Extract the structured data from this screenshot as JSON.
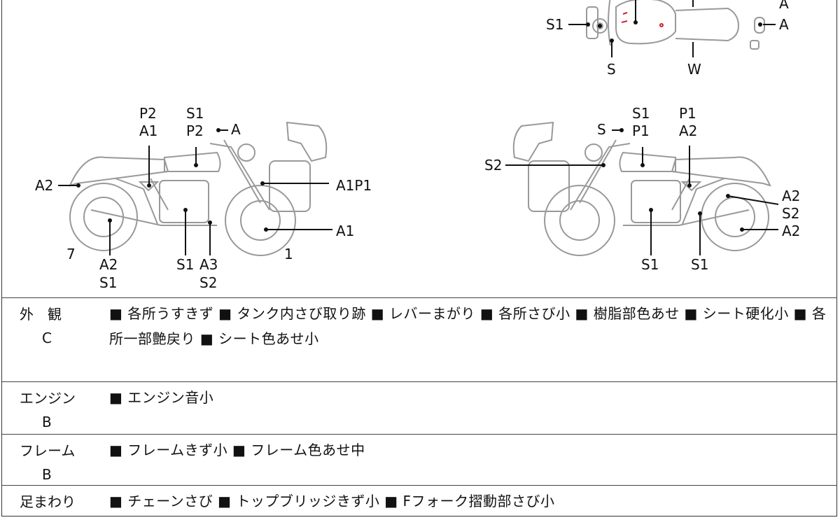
{
  "diagram": {
    "top_view_labels": [
      "S1",
      "S",
      "W",
      "A",
      "A"
    ],
    "left_view_labels": [
      "P2",
      "A1",
      "S1",
      "P2",
      "A",
      "A2",
      "A1P1",
      "A1",
      "7",
      "1",
      "A2",
      "S1",
      "S1",
      "A3",
      "S2"
    ],
    "right_view_labels": [
      "S1",
      "P1",
      "P1",
      "A2",
      "S",
      "S2",
      "A2",
      "S2",
      "A2",
      "S1",
      "S1"
    ]
  },
  "rows": [
    {
      "category": "外　観",
      "grade": "C",
      "notes": "■ 各所うすきず ■ タンク内さび取り跡 ■ レバーまがり ■ 各所さび小 ■ 樹脂部色あせ ■ シート硬化小 ■ 各所一部艶戻り ■ シート色あせ小"
    },
    {
      "category": "エンジン",
      "grade": "B",
      "notes": "■ エンジン音小"
    },
    {
      "category": "フレーム",
      "grade": "B",
      "notes": "■ フレームきず小 ■ フレーム色あせ中"
    },
    {
      "category": "足まわり",
      "grade": "",
      "notes": "■ チェーンさび ■ トップブリッジきず小 ■ Fフォーク摺動部さび小"
    }
  ],
  "colors": {
    "line": "#999999",
    "marker": "#111111",
    "annotation": "#d0202a"
  }
}
